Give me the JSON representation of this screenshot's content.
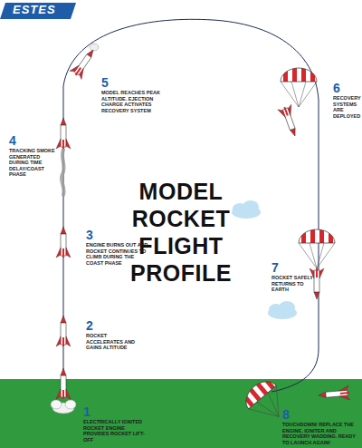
{
  "diagram": {
    "title": "MODEL ROCKET FLIGHT PROFILE",
    "labels": [
      "ESTES",
      "1",
      "ELECTRICALLY IGNITED ROCKET ENGINE PROVIDES ROCKET LIFT-OFF",
      "2",
      "ROCKET ACCELERATES AND GAINS ALTITUDE",
      "3",
      "ENGINE BURNS OUT AND ROCKET CONTINUES TO CLIMB DURING THE COAST PHASE",
      "4",
      "TRACKING SMOKE GENERATED DURING TIME DELAY/COAST PHASE",
      "5",
      "MODEL REACHES PEAK ALTITUDE. EJECTION CHARGE ACTIVATES RECOVERY SYSTEM",
      "6",
      "RECOVERY SYSTEMS ARE DEPLOYED",
      "7",
      "ROCKET SAFELY RETURNS TO EARTH",
      "8",
      "TOUCHDOWN! REPLACE THE ENGINE, IGNITER AND RECOVERY WADDING. READY TO LAUNCH AGAIN!"
    ]
  }
}
